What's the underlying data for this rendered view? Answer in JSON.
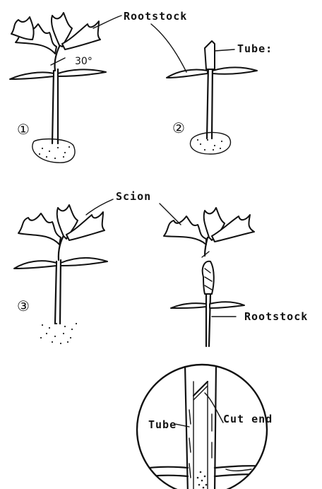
{
  "labels": {
    "rootstock_top": "Rootstock",
    "tube_top": "Tube:",
    "angle": "30°",
    "scion": "Scion",
    "rootstock_mid": "Rootstock",
    "tube_detail": "Tube",
    "cut_end": "Cut end"
  },
  "step_numbers": {
    "step1": "①",
    "step2": "②",
    "step3": "③"
  }
}
